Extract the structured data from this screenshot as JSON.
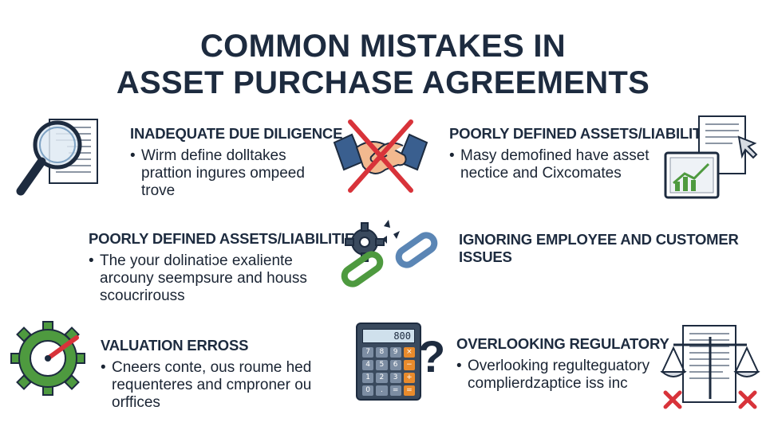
{
  "title": {
    "line1": "COMMON MISTAKES IN",
    "line2": "ASSET PURCHASE AGREEMENTS"
  },
  "sections": [
    {
      "heading": "INADEQUATE DUE DILIGENCE",
      "lines": [
        "Wirm define dolltakes",
        "prattion ingures ompeed",
        "trove"
      ]
    },
    {
      "heading": "POORLY DEFINED ASSETS/LIABILITIES",
      "lines": [
        "Masy demofined have asset",
        "nectice and Cixcomates"
      ]
    },
    {
      "heading": "POORLY DEFINED ASSETS/LIABILITIES",
      "lines": [
        "The your dolinatiↄe exaliente",
        "arcouny seempsure and houss",
        "scoucrirouss"
      ]
    },
    {
      "heading": "IGNORING EMPLOYEE AND CUSTOMER",
      "heading2": "ISSUES",
      "lines": []
    },
    {
      "heading": "VALUATION ERROSS",
      "lines": [
        "Cneers conte, ous roume hed",
        "requenteres and cmproner ou",
        "orffices"
      ]
    },
    {
      "heading": "OVERLOOKING REGULATORY",
      "lines": [
        "Overlooking regulteguatory",
        "complierdzaptice iss inc"
      ]
    }
  ],
  "bullet": "•",
  "calculator": {
    "display": "800",
    "keys": [
      "7",
      "8",
      "9",
      "×",
      "4",
      "5",
      "6",
      "−",
      "1",
      "2",
      "3",
      "+",
      "0",
      ".",
      "=",
      "="
    ]
  },
  "question_mark": "?",
  "colors": {
    "navy": "#1d2b3f",
    "red": "#d8333a",
    "green": "#4e9a3f",
    "blue": "#5b86b5",
    "orange": "#e98b2c"
  }
}
